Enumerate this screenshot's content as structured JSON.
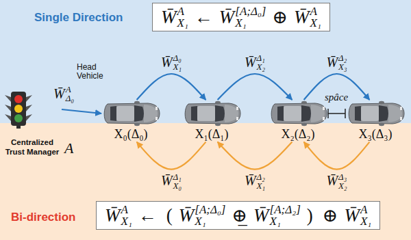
{
  "diagram": {
    "nodes": [
      {
        "text": [
          "Single Direction"
        ]
      },
      {
        "text": [
          "W̄ A X₁ ← W̄ [A;Δ₀] X₁ ⊕ W̄ A X₁"
        ],
        "in": 0
      },
      {
        "text": [
          "Centralized Trust Manager",
          "A"
        ]
      },
      {
        "text": [
          "Head Vehicle",
          "X₀(Δ₀)"
        ]
      },
      {
        "text": [
          "X₁(Δ₁)"
        ]
      },
      {
        "text": [
          "X₂(Δ₂)"
        ]
      },
      {
        "text": [
          "X₃(Δ₃)"
        ]
      },
      {
        "text": [
          "Bi-direction"
        ]
      },
      {
        "text": [
          "W̄ A X₁ ← ( W̄ [A;Δ₀] X₁ ⊕̲ W̄ [A;Δ₂] X₁ ) ⊕ W̄ A X₁"
        ],
        "in": 7
      }
    ],
    "edges": [
      {
        "from": 2,
        "to": 3,
        "arrow": "to",
        "label": "W̄ A Δ₀"
      },
      {
        "from": 3,
        "to": 4,
        "arrow": "to",
        "label": "W̄ Δ₀ X₁"
      },
      {
        "from": 4,
        "to": 5,
        "arrow": "to",
        "label": "W̄ Δ₁ X₂"
      },
      {
        "from": 5,
        "to": 6,
        "arrow": "to",
        "label": "W̄ Δ₂ X₃"
      },
      {
        "from": 4,
        "to": 3,
        "arrow": "to",
        "label": "W̄ Δ₁ X₀"
      },
      {
        "from": 5,
        "to": 4,
        "arrow": "to",
        "label": "W̄ Δ₂ X₁"
      },
      {
        "from": 6,
        "to": 5,
        "arrow": "to",
        "label": "W̄ Δ₃ X₂"
      }
    ],
    "labels": [
      "spâce"
    ]
  }
}
